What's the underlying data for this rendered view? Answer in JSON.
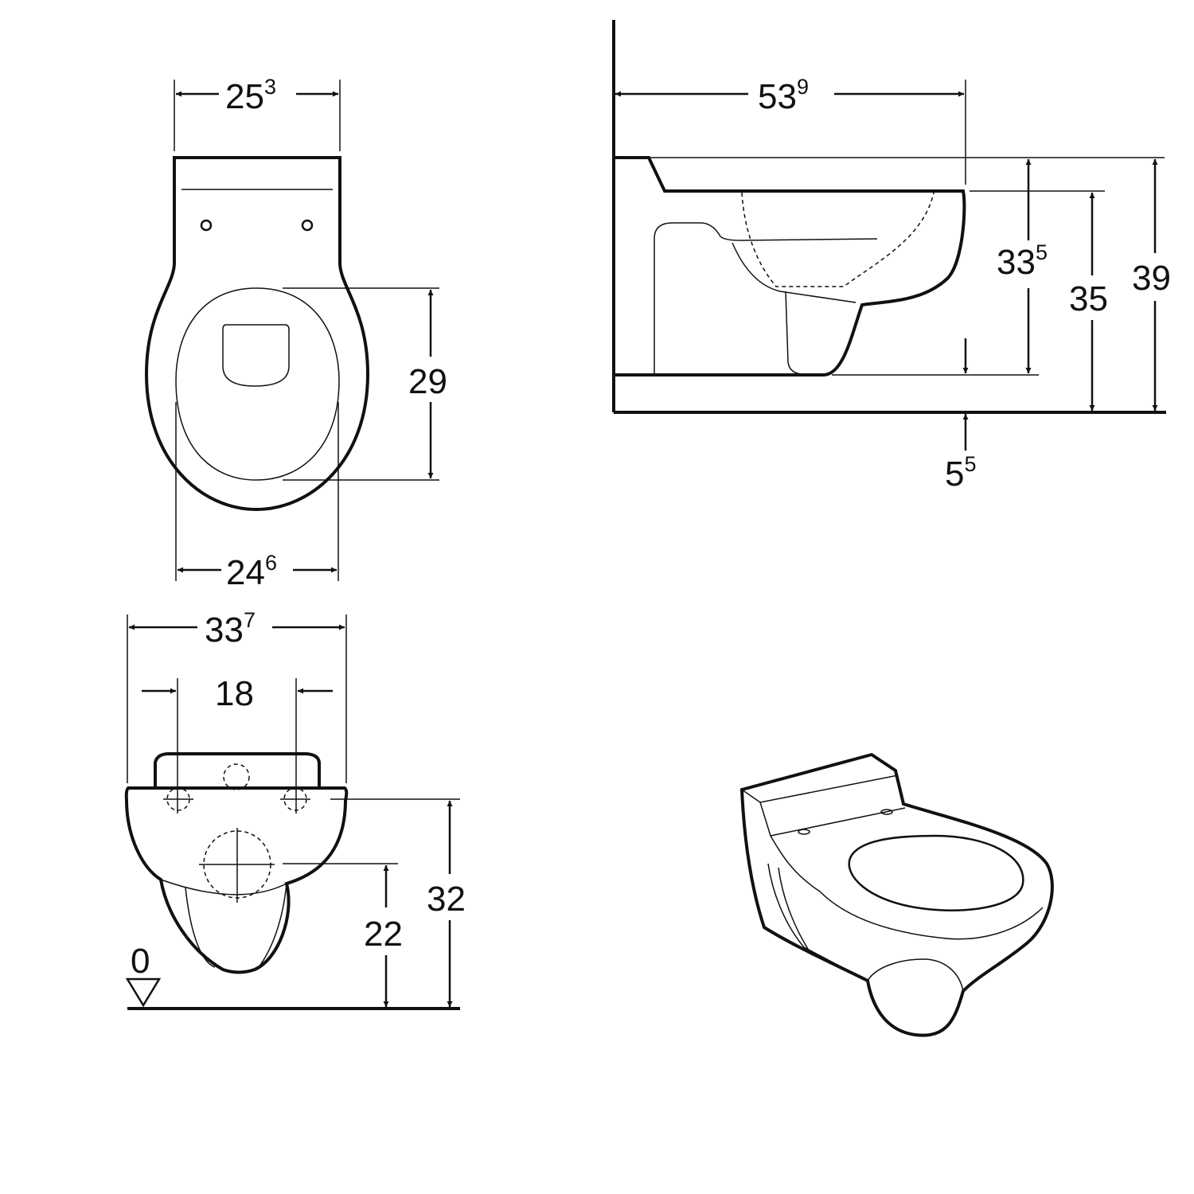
{
  "top_view": {
    "width_top": {
      "main": "25",
      "sup": "3"
    },
    "seat_length": {
      "main": "29",
      "sup": ""
    },
    "width_bowl": {
      "main": "24",
      "sup": "6"
    }
  },
  "side_view": {
    "projection": {
      "main": "53",
      "sup": "9"
    },
    "rim_to_floor": {
      "main": "33",
      "sup": "5"
    },
    "rim_height": {
      "main": "35",
      "sup": ""
    },
    "total_height": {
      "main": "39",
      "sup": ""
    },
    "seat_thickness": {
      "main": "5",
      "sup": "5"
    }
  },
  "front_view": {
    "overall_width": {
      "main": "33",
      "sup": "7"
    },
    "bolt_spacing": {
      "main": "18",
      "sup": ""
    },
    "outlet_height": {
      "main": "22",
      "sup": ""
    },
    "fixing_height": {
      "main": "32",
      "sup": ""
    },
    "floor_level": "0"
  }
}
